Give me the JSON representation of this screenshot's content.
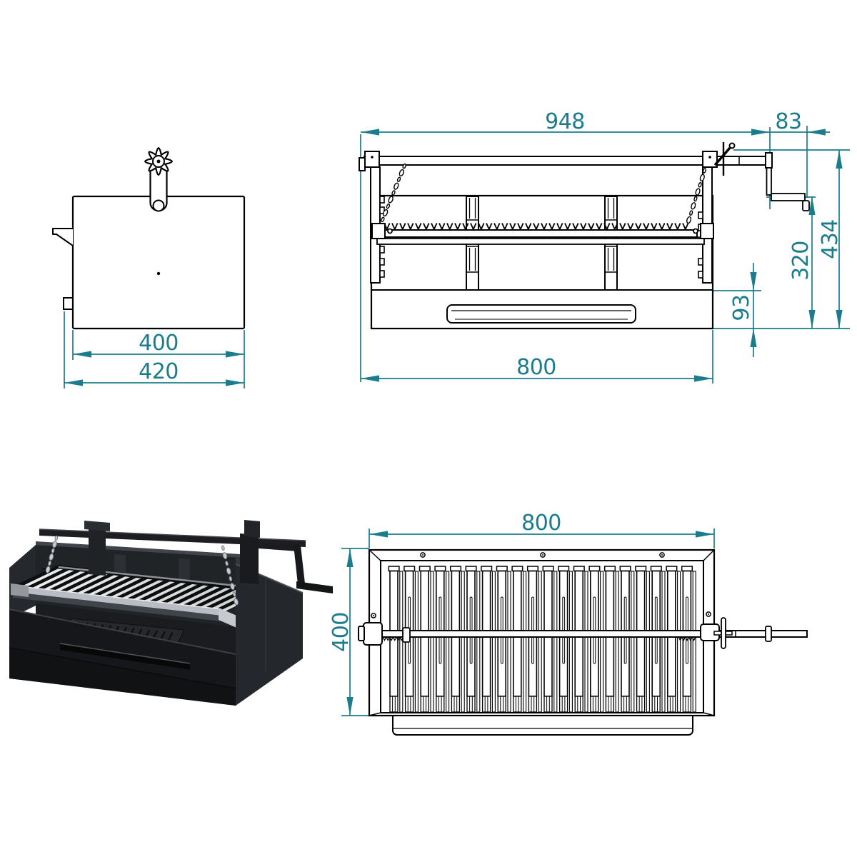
{
  "drawing": {
    "kind": "charcoal-grill-technical-drawing",
    "colors": {
      "dimension_accent": "#1A7C8C",
      "line_color": "#000000",
      "render_body": "#17191C",
      "render_grate": "#EEF0F1"
    },
    "dims": {
      "side": {
        "grate_width": "400",
        "overall_depth": "420"
      },
      "front": {
        "overall_width": "948",
        "crank_offset": "83",
        "overall_height": "434",
        "body_height": "320",
        "drawer_height": "93",
        "body_width": "800"
      },
      "top": {
        "width": "800",
        "depth": "400"
      }
    }
  }
}
